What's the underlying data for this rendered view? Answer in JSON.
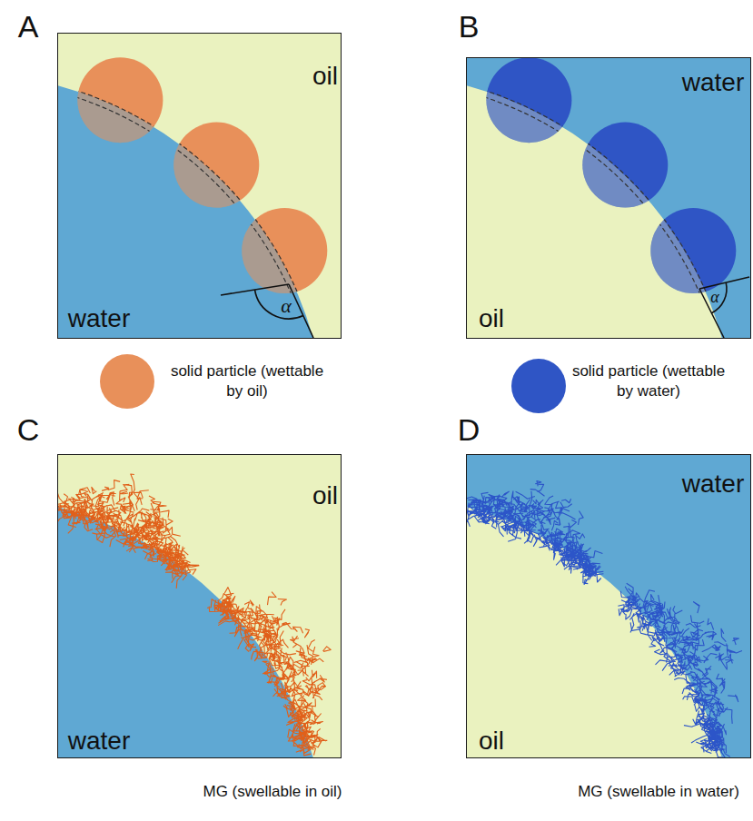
{
  "diagram": {
    "nodes": [
      {
        "text": [
          "A",
          "oil",
          "water",
          "α"
        ]
      },
      {
        "text": [
          "B",
          "water",
          "oil",
          "α"
        ]
      },
      {
        "text": [
          "C",
          "oil",
          "water"
        ]
      },
      {
        "text": [
          "D",
          "water",
          "oil"
        ]
      }
    ],
    "legend": [
      {
        "text": "solid particle (wettable by oil)",
        "color": "#e8905a"
      },
      {
        "text": "solid particle (wettable by water)",
        "color": "#2f55c5"
      },
      {
        "text": "MG (swellable in oil)"
      },
      {
        "text": "MG (swellable in water)"
      }
    ]
  }
}
